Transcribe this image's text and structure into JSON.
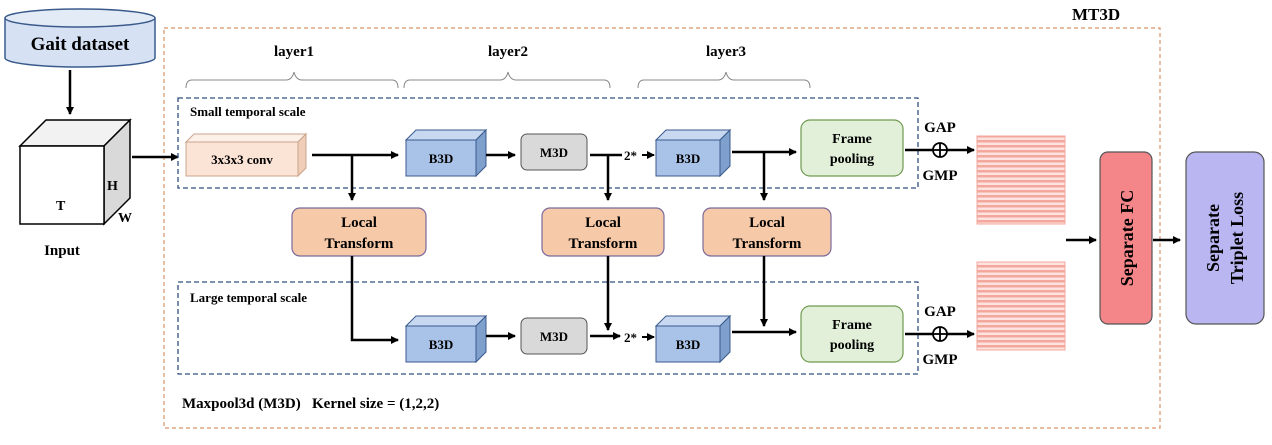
{
  "title": "MT3D",
  "dataset": "Gait dataset",
  "input": {
    "label": "Input",
    "t": "T",
    "h": "H",
    "w": "W"
  },
  "layers": {
    "l1": "layer1",
    "l2": "layer2",
    "l3": "layer3"
  },
  "scales": {
    "small": "Small temporal scale",
    "large": "Large temporal scale"
  },
  "conv": "3x3x3 conv",
  "b3d": "B3D",
  "m3d": "M3D",
  "mult": "2*",
  "frame_pooling": {
    "line1": "Frame",
    "line2": "pooling"
  },
  "local_transform": {
    "line1": "Local",
    "line2": "Transform"
  },
  "gap": "GAP",
  "gmp": "GMP",
  "separate_fc": "Separate FC",
  "triplet": {
    "line1": "Separate",
    "line2": "Triplet Loss"
  },
  "footer": "Maxpool3d (M3D)   Kernel size = (1,2,2)",
  "colors": {
    "b3d_fill": "#a9c3e8",
    "b3d_stroke": "#3a5a8c",
    "m3d_fill": "#d9d9d9",
    "frame_fill": "#e2f0d9",
    "frame_stroke": "#6f9a4f",
    "lt_fill": "#f6c9a8",
    "lt_stroke": "#7a6a9c",
    "conv_fill": "#fbe3d6",
    "fc_fill": "#f4868a",
    "triplet_fill": "#b9b6f2",
    "feature_fill": "#f7b0a8",
    "dataset_fill": "#d6e2f4",
    "dashed_orange": "#d99469",
    "dashed_blue": "#2f4f7f"
  }
}
